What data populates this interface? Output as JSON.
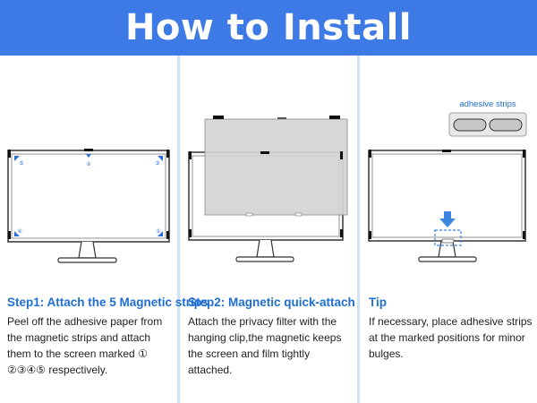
{
  "header": {
    "title": "How to Install"
  },
  "steps": [
    {
      "title": "Step1: Attach the 5 Magnetic strips",
      "lines": [
        "Peel off the adhesive paper from",
        "the magnetic  strips and attach",
        "them to  the screen marked ①",
        "②③④⑤ respectively."
      ],
      "markers": [
        "①",
        "②",
        "③",
        "④",
        "⑤"
      ]
    },
    {
      "title": "Step2: Magnetic quick-attach",
      "lines": [
        "Attach the privacy filter with the",
        "hanging clip,the magnetic keeps",
        "the screen and film tightly",
        "attached."
      ]
    },
    {
      "title": "Tip",
      "lines": [
        "If necessary, place adhesive strips",
        "at the marked positions for minor",
        "bulges."
      ],
      "adhesive_label": "adhesive strips"
    }
  ],
  "colors": {
    "header_bg": "#3d7ae5",
    "accent": "#1f6ed0",
    "divider": "#cfe3f5",
    "filter_gray": "#d4d4d4"
  },
  "icons": [
    "monitor-icon",
    "magnetic-strip-icon",
    "privacy-filter-icon",
    "down-arrow-icon",
    "adhesive-strip-icon"
  ]
}
